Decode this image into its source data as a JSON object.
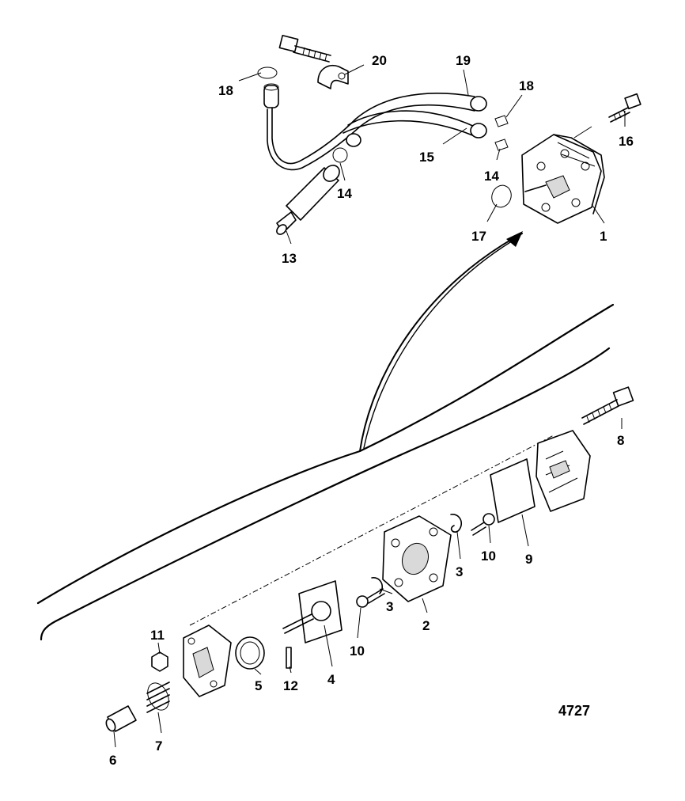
{
  "figure_number": "4727",
  "callouts": [
    {
      "id": "c20a",
      "label": "20"
    },
    {
      "id": "c19",
      "label": "19"
    },
    {
      "id": "c18a",
      "label": "18"
    },
    {
      "id": "c18b",
      "label": "18"
    },
    {
      "id": "c16",
      "label": "16"
    },
    {
      "id": "c15",
      "label": "15"
    },
    {
      "id": "c14a",
      "label": "14"
    },
    {
      "id": "c14b",
      "label": "14"
    },
    {
      "id": "c17",
      "label": "17"
    },
    {
      "id": "c1",
      "label": "1"
    },
    {
      "id": "c13",
      "label": "13"
    },
    {
      "id": "c8",
      "label": "8"
    },
    {
      "id": "c9",
      "label": "9"
    },
    {
      "id": "c10a",
      "label": "10"
    },
    {
      "id": "c3a",
      "label": "3"
    },
    {
      "id": "c3b",
      "label": "3"
    },
    {
      "id": "c2",
      "label": "2"
    },
    {
      "id": "c10b",
      "label": "10"
    },
    {
      "id": "c4",
      "label": "4"
    },
    {
      "id": "c12",
      "label": "12"
    },
    {
      "id": "c5",
      "label": "5"
    },
    {
      "id": "c11",
      "label": "11"
    },
    {
      "id": "c7",
      "label": "7"
    },
    {
      "id": "c6",
      "label": "6"
    }
  ]
}
